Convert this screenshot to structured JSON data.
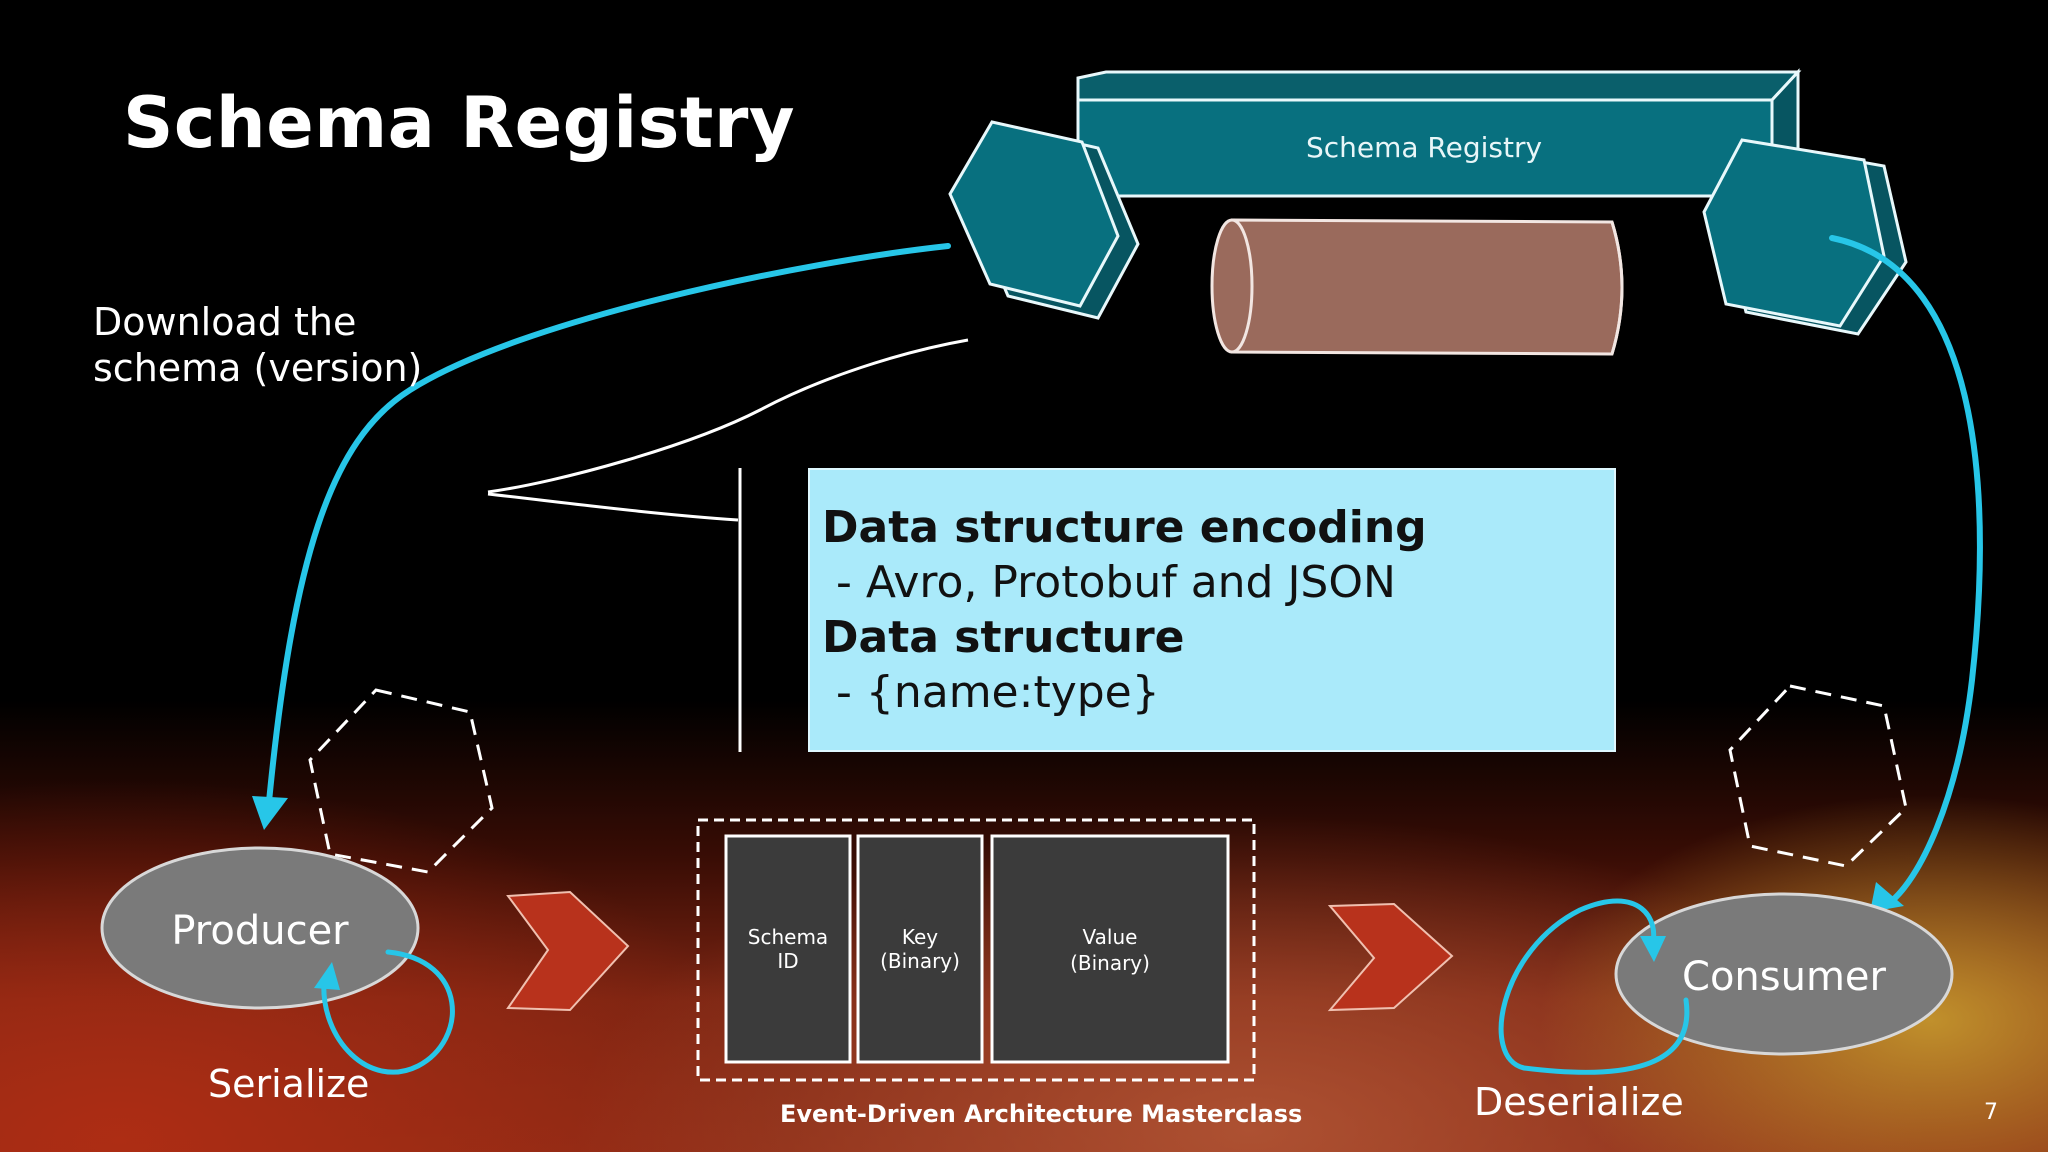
{
  "slide": {
    "title": "Schema Registry",
    "download_label_line1": "Download the",
    "download_label_line2": "schema (version)",
    "footer": "Event-Driven Architecture Masterclass",
    "page_number": "7"
  },
  "registry": {
    "label": "Schema Registry"
  },
  "info_box": {
    "line1": "Data structure encoding",
    "line2": " - Avro, Protobuf and JSON",
    "line3": "Data structure",
    "line4": " - {name:type}"
  },
  "producer": {
    "label": "Producer",
    "action": "Serialize"
  },
  "consumer": {
    "label": "Consumer",
    "action": "Deserialize"
  },
  "message": {
    "schema_id_line1": "Schema",
    "schema_id_line2": "ID",
    "key_line1": "Key",
    "key_line2": "(Binary)",
    "value_line1": "Value",
    "value_line2": "(Binary)"
  },
  "colors": {
    "teal": "#08707f",
    "cylinder": "#9a6a5c",
    "info_box": "#aaeafa",
    "arrow_cyan": "#27c6e8",
    "chevron_red": "#b8321c",
    "ellipse_gray": "#7a7a7a",
    "cell_dark": "#3b3b3b"
  }
}
